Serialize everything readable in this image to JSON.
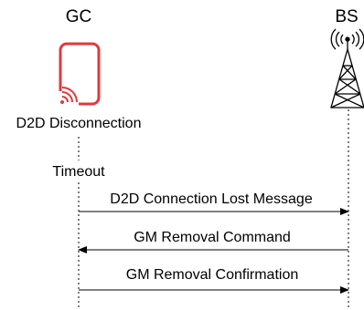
{
  "participants": {
    "left": {
      "label": "GC",
      "icon": "phone-d2d-icon",
      "icon_color": "#e0393e"
    },
    "right": {
      "label": "BS",
      "icon": "base-station-tower-icon"
    }
  },
  "notes": {
    "disconnection": "D2D Disconnection",
    "timeout": "Timeout"
  },
  "messages": [
    {
      "label": "D2D Connection Lost Message",
      "from": "GC",
      "to": "BS"
    },
    {
      "label": "GM Removal Command",
      "from": "BS",
      "to": "GC"
    },
    {
      "label": "GM Removal Confirmation",
      "from": "GC",
      "to": "BS"
    }
  ]
}
